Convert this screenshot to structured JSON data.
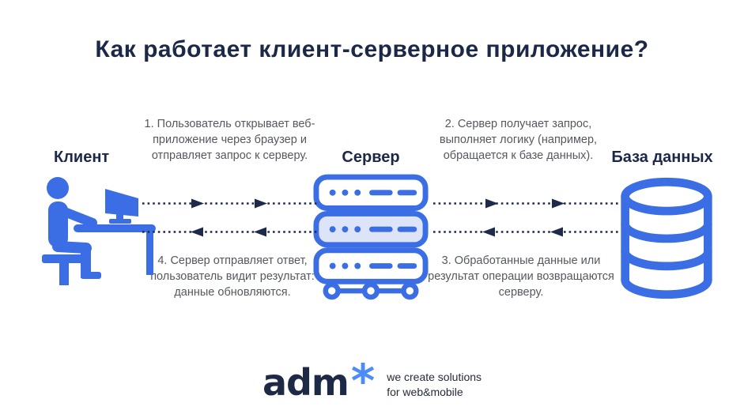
{
  "title": "Как работает клиент-серверное приложение?",
  "entities": {
    "client": {
      "label": "Клиент"
    },
    "server": {
      "label": "Сервер"
    },
    "database": {
      "label": "База данных"
    }
  },
  "steps": {
    "step1": "1. Пользователь открывает веб-приложение через браузер и отправляет запрос к серверу.",
    "step2": "2. Сервер получает запрос, выполняет логику (например, обращается к базе данных).",
    "step3": "3. Обработанные данные или результат операции возвращаются серверу.",
    "step4": "4. Сервер отправляет ответ, пользователь видит результат:  данные обновляются."
  },
  "icons": {
    "client": "person-at-computer",
    "server": "server-stack",
    "database": "database-cylinder"
  },
  "arrows": {
    "client_to_server": "dotted arrow right",
    "server_to_client": "dotted arrow left",
    "server_to_database": "dotted arrow right",
    "database_to_server": "dotted arrow left"
  },
  "logo": {
    "wordmark": "adm",
    "asterisk": "*",
    "tagline_line1": "we create solutions",
    "tagline_line2": "for web&mobile"
  },
  "colors": {
    "icon_blue": "#3b6ee4",
    "light_blue_fill": "#dde4f8",
    "navy_text": "#1c2847",
    "step_text_gray": "#55585f",
    "arrow_navy": "#1d2a4a",
    "asterisk_blue": "#4c8cf8",
    "background": "#ffffff"
  }
}
